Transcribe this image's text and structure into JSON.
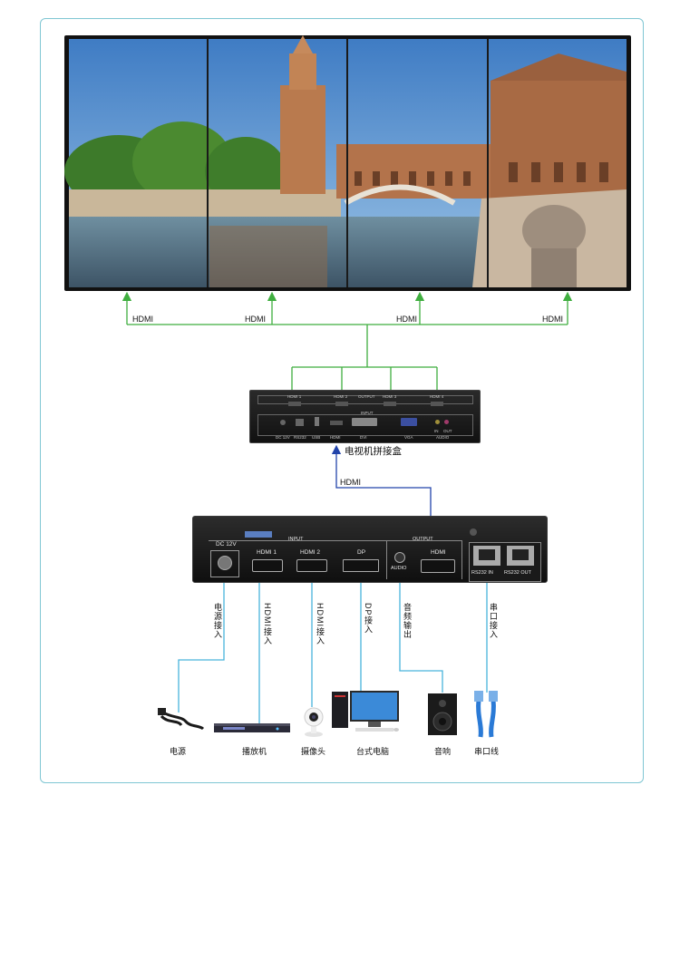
{
  "wall_links": [
    "HDMI",
    "HDMI",
    "HDMI",
    "HDMI"
  ],
  "splicer_box": {
    "name": "电视机拼接盒",
    "output_ports": [
      "HDMI 1",
      "HDMI 2",
      "OUTPUT",
      "HDMI 3",
      "HDMI 4"
    ],
    "input_title": "INPUT",
    "input_ports": [
      "DC 12V",
      "RS232",
      "USB",
      "HDMI",
      "DVI",
      "VGA",
      "IN",
      "OUT",
      "AUDIO"
    ]
  },
  "box_link": "HDMI",
  "controller": {
    "input_title": "INPUT",
    "output_title": "OUTPUT",
    "ports": [
      "DC 12V",
      "HDMI 1",
      "HDMI 2",
      "DP",
      "AUDIO",
      "HDMI",
      "RS232 IN",
      "RS232 OUT"
    ]
  },
  "connections": [
    "电源接入",
    "HDMI接入",
    "HDMI接入",
    "DP接入",
    "音频输出",
    "串口接入"
  ],
  "devices": [
    "电源",
    "播放机",
    "摄像头",
    "台式电脑",
    "音响",
    "串口线"
  ],
  "colors": {
    "wall_line": "#3fae3f",
    "box_line": "#2244aa",
    "device_line": "#49b3dc",
    "frame": "#7fc6d3"
  }
}
